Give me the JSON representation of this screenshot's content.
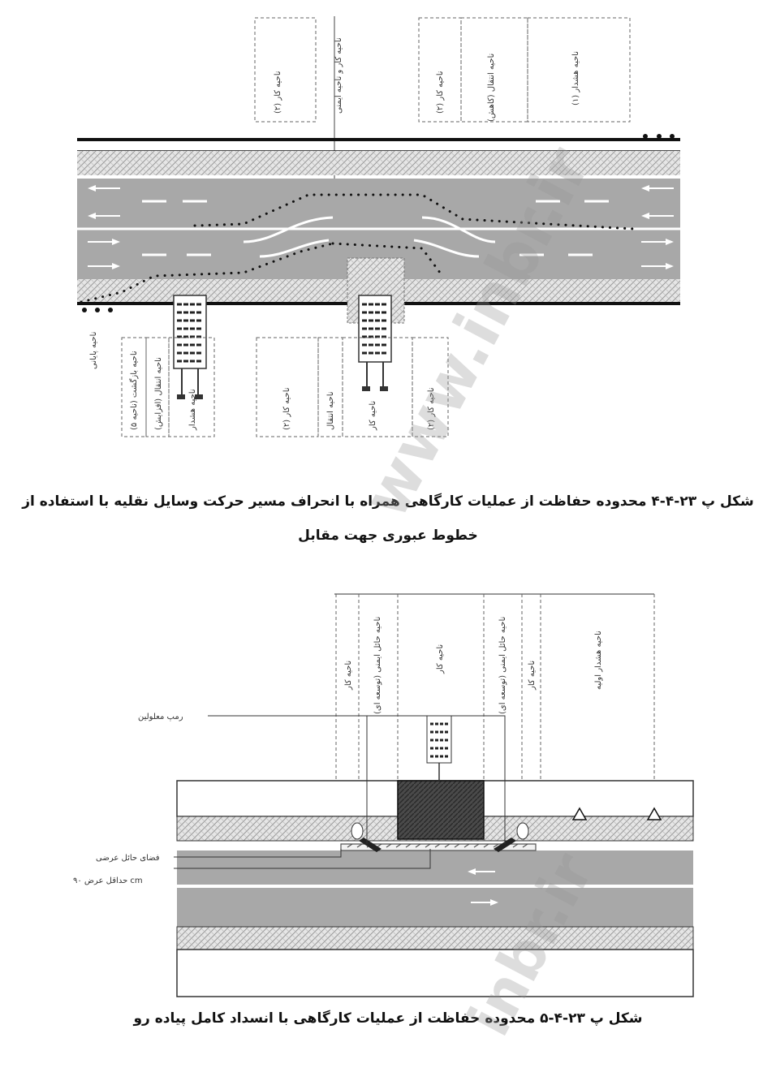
{
  "figure1": {
    "caption_line1": "شکل پ ۲۳-۴-۴ محدوده حفاظت از عملیات کارگاهی همراه با انحراف مسیر حرکت وسایل نقلیه با استفاده از",
    "caption_line2": "خطوط عبوری جهت مقابل",
    "top_labels": [
      "ناحیه کار (۲)",
      "ناحیه کار و ناحیه ایمنی",
      "ناحیه کار (۲)",
      "ناحیه انتقال (کاهش)",
      "ناحیه هشدار (۱)"
    ],
    "bottom_labels": [
      "ناحیه پایانی",
      "ناحیه بازگشت (ناحیه ۵)",
      "ناحیه انتقال (افزایش)",
      "ناحیه هشدار",
      "ناحیه کار (۲)",
      "ناحیه انتقال",
      "ناحیه کار",
      "ناحیه کار (۲)"
    ]
  },
  "figure2": {
    "caption": "شکل پ ۲۳-۴-۵ محدوده حفاظت از عملیات کارگاهی با انسداد کامل پیاده رو",
    "top_labels": [
      "ناحیه کار",
      "ناحیه حائل ایمنی (توسعه ای)",
      "ناحیه کار",
      "ناحیه حائل ایمنی (توسعه ای)",
      "ناحیه کار",
      "ناحیه هشدار اولیه"
    ],
    "label_pedestrian": "رمپ معلولین",
    "label_buffer": "فضای حائل عرضی",
    "label_width": "حداقل عرض ۹۰ cm"
  },
  "watermarks": [
    "www.inbr.ir",
    "inbr.ir"
  ],
  "colors": {
    "road": "#a9a9a9",
    "sidewalk_hatch": "#d9d9d9",
    "edge_line": "#111111",
    "work_area": "#555555"
  }
}
